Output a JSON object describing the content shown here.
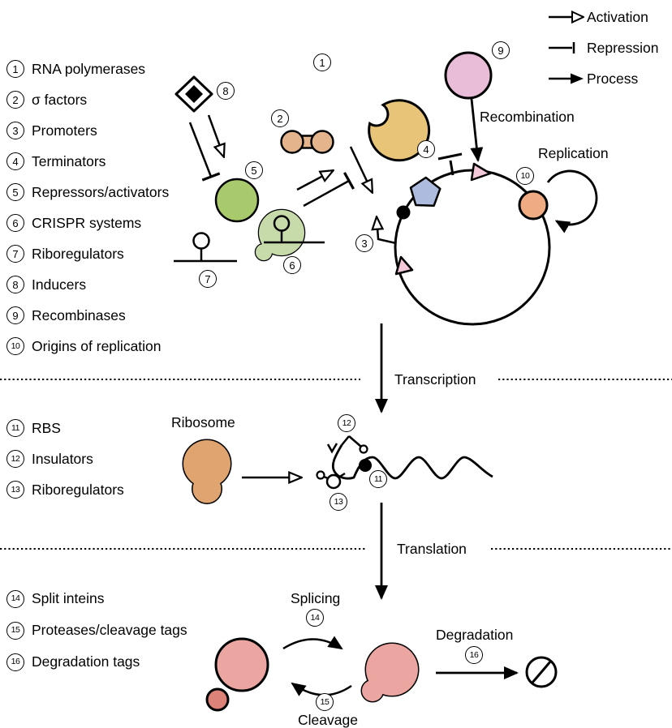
{
  "arrow_legend": {
    "items": [
      {
        "label": "Activation",
        "type": "activation-open-arrow"
      },
      {
        "label": "Repression",
        "type": "repression-bar"
      },
      {
        "label": "Process",
        "type": "process-filled-arrow"
      }
    ]
  },
  "legend_dna": {
    "items": [
      {
        "num": "1",
        "label": "RNA polymerases"
      },
      {
        "num": "2",
        "label": "σ factors"
      },
      {
        "num": "3",
        "label": "Promoters"
      },
      {
        "num": "4",
        "label": "Terminators"
      },
      {
        "num": "5",
        "label": "Repressors/activators"
      },
      {
        "num": "6",
        "label": "CRISPR systems"
      },
      {
        "num": "7",
        "label": "Riboregulators"
      },
      {
        "num": "8",
        "label": "Inducers"
      },
      {
        "num": "9",
        "label": "Recombinases"
      },
      {
        "num": "10",
        "label": "Origins of replication"
      }
    ]
  },
  "legend_rna": {
    "items": [
      {
        "num": "11",
        "label": "RBS"
      },
      {
        "num": "12",
        "label": "Insulators"
      },
      {
        "num": "13",
        "label": "Riboregulators"
      }
    ]
  },
  "legend_protein": {
    "items": [
      {
        "num": "14",
        "label": "Split inteins"
      },
      {
        "num": "15",
        "label": "Proteases/cleavage tags"
      },
      {
        "num": "16",
        "label": "Degradation tags"
      }
    ]
  },
  "diagram_labels": {
    "recombination": "Recombination",
    "replication": "Replication",
    "transcription": "Transcription",
    "translation": "Translation",
    "ribosome": "Ribosome",
    "splicing": "Splicing",
    "cleavage": "Cleavage",
    "degradation": "Degradation"
  },
  "badges": {
    "1": "1",
    "2": "2",
    "3": "3",
    "4": "4",
    "5": "5",
    "6": "6",
    "7": "7",
    "8": "8",
    "9": "9",
    "10": "10",
    "11": "11",
    "12": "12",
    "13": "13",
    "14": "14",
    "15": "15",
    "16": "16"
  },
  "colors": {
    "rna_polymerase": "#e8c478",
    "sigma_factor": "#e4b58c",
    "repressor_activator": "#a9c96d",
    "crispr_blob": "#c7dbaa",
    "recombinase": "#e9bcd8",
    "recombination_site": "#f3c8d9",
    "gene_pentagon": "#adbbdf",
    "origin_of_replication": "#efab81",
    "ribosome": "#dfa46f",
    "protein": "#eba6a1",
    "protein_small": "#dc8278",
    "outline": "#000000"
  }
}
